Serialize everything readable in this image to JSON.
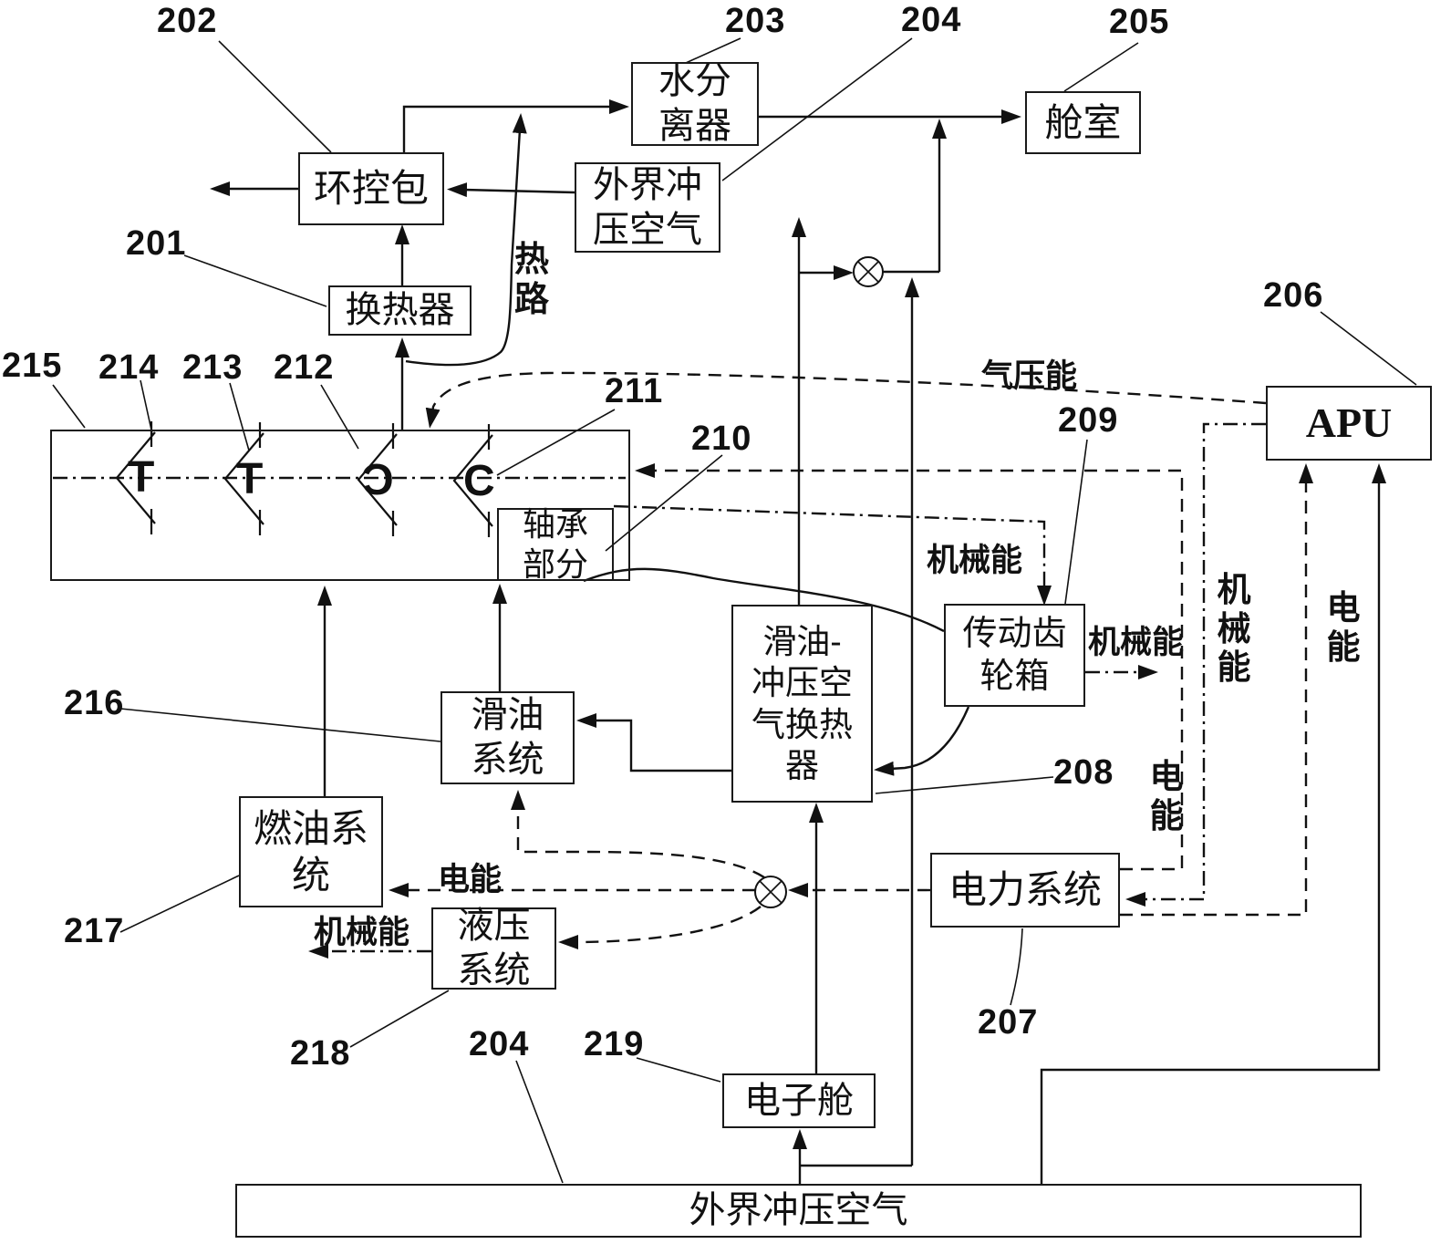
{
  "boxes": {
    "ecs_pack": "环控包",
    "heat_exchanger": "换热器",
    "water_separator": "水分\n离器",
    "ram_air_top": "外界冲\n压空气",
    "cabin": "舱室",
    "apu": "APU",
    "bearing": "轴承\n部分",
    "gearbox": "传动齿\n轮箱",
    "oil_ram_hx": "滑油-\n冲压空\n气换热\n器",
    "oil_system": "滑油\n系统",
    "fuel_system": "燃油系\n统",
    "hydraulic_system": "液压\n系统",
    "power_system": "电力系统",
    "electronics_bay": "电子舱",
    "ram_air_bottom": "外界冲压空气"
  },
  "refs": {
    "201": "201",
    "202": "202",
    "203": "203",
    "204": "204",
    "205": "205",
    "206": "206",
    "207": "207",
    "208": "208",
    "209": "209",
    "210": "210",
    "211": "211",
    "212": "212",
    "213": "213",
    "214": "214",
    "215": "215",
    "216": "216",
    "217": "217",
    "218": "218",
    "219": "219"
  },
  "energy": {
    "heat": "热路",
    "pneumatic": "气压能",
    "mech": "机械能",
    "elec": "电能"
  },
  "engine": {
    "letters": [
      "T",
      "T",
      "Ɔ",
      "C"
    ]
  },
  "colors": {
    "ink": "#111111",
    "background": "#ffffff"
  }
}
